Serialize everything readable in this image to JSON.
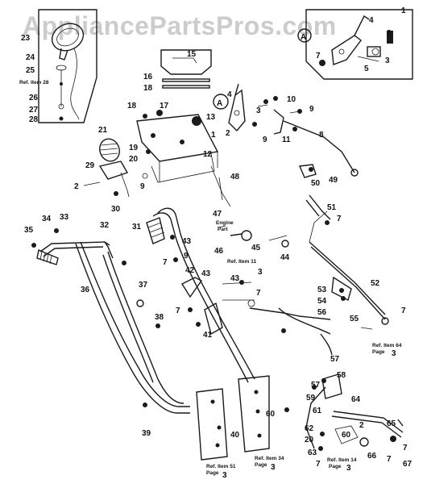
{
  "watermark": "AppliancePartsPros.com",
  "callout_letter": "A",
  "numbers": {
    "n1": "1",
    "n2": "2",
    "n3": "3",
    "n4": "4",
    "n5": "5",
    "n7": "7",
    "n8": "8",
    "n9": "9",
    "n10": "10",
    "n11": "11",
    "n12": "12",
    "n13": "13",
    "n15": "15",
    "n16": "16",
    "n17": "17",
    "n18": "18",
    "n19": "19",
    "n20": "20",
    "n21": "21",
    "n23": "23",
    "n24": "24",
    "n25": "25",
    "n26": "26",
    "n27": "27",
    "n28": "28",
    "n29": "29",
    "n30": "30",
    "n31": "31",
    "n32": "32",
    "n33": "33",
    "n34": "34",
    "n35": "35",
    "n36": "36",
    "n37": "37",
    "n38": "38",
    "n39": "39",
    "n40": "40",
    "n41": "41",
    "n42": "42",
    "n43": "43",
    "n44": "44",
    "n45": "45",
    "n46": "46",
    "n47": "47",
    "n48": "48",
    "n49": "49",
    "n50": "50",
    "n51": "51",
    "n52": "52",
    "n53": "53",
    "n54": "54",
    "n55": "55",
    "n56": "56",
    "n57": "57",
    "n58": "58",
    "n59": "59",
    "n60": "60",
    "n61": "61",
    "n62": "62",
    "n63": "63",
    "n64": "64",
    "n65": "65",
    "n66": "66",
    "n67": "67"
  },
  "refs": {
    "item28": "Ref. Item 28",
    "engine_line1": "Engine",
    "engine_line2": "Part",
    "item11": "Ref. Item 11",
    "item64_line1": "Ref. Item 64",
    "item64_line2": "Page",
    "item64_page": "3",
    "item51_line1": "Ref. Item 51",
    "item51_line2": "Page",
    "item51_page": "3",
    "item34_line1": "Ref. Item 34",
    "item34_line2": "Page",
    "item34_page": "3",
    "item14_line1": "Ref. Item 14",
    "item14_line2": "Page",
    "item14_page": "3"
  }
}
